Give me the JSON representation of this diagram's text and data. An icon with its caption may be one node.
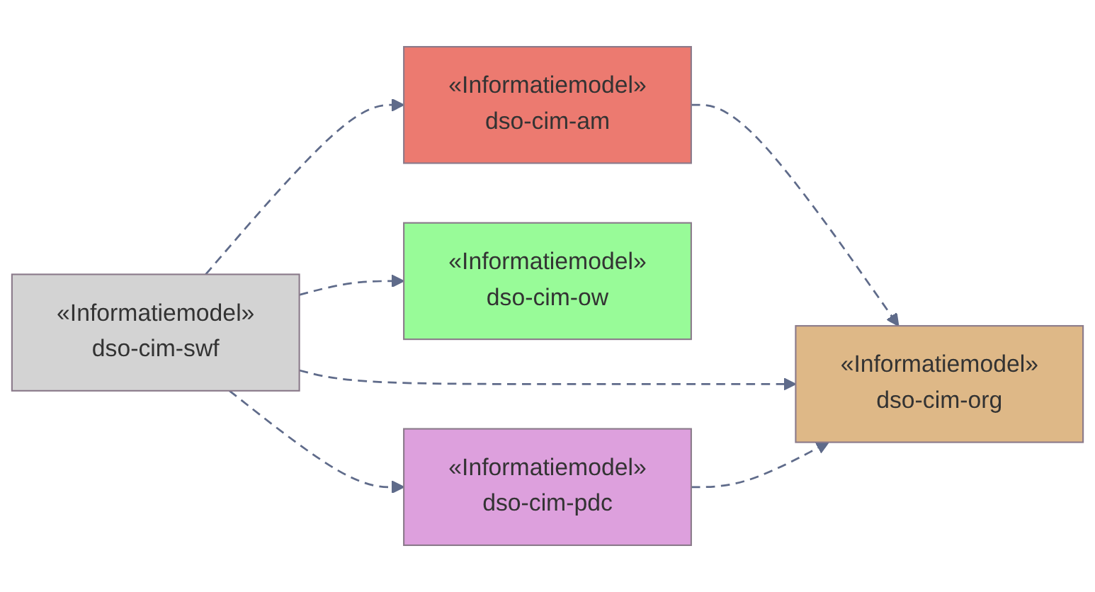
{
  "diagram": {
    "nodes": [
      {
        "text": [
          "«Informatiemodel»",
          "dso-cim-org"
        ]
      },
      {
        "text": [
          "«Informatiemodel»",
          "dso-cim-swf"
        ]
      },
      {
        "text": [
          "«Informatiemodel»",
          "dso-cim-am"
        ]
      },
      {
        "text": [
          "«Informatiemodel»",
          "dso-cim-ow"
        ]
      },
      {
        "text": [
          "«Informatiemodel»",
          "dso-cim-pdc"
        ]
      }
    ],
    "edges": [
      {
        "from": 2,
        "to": 0,
        "arrow": "to",
        "style": "dashed"
      },
      {
        "from": 1,
        "to": 0,
        "arrow": "to",
        "style": "dashed"
      },
      {
        "from": 1,
        "to": 2,
        "arrow": "to",
        "style": "dashed"
      },
      {
        "from": 1,
        "to": 3,
        "arrow": "to",
        "style": "dashed"
      },
      {
        "from": 1,
        "to": 4,
        "arrow": "to",
        "style": "dashed"
      },
      {
        "from": 4,
        "to": 0,
        "arrow": "to",
        "style": "dashed"
      }
    ]
  }
}
